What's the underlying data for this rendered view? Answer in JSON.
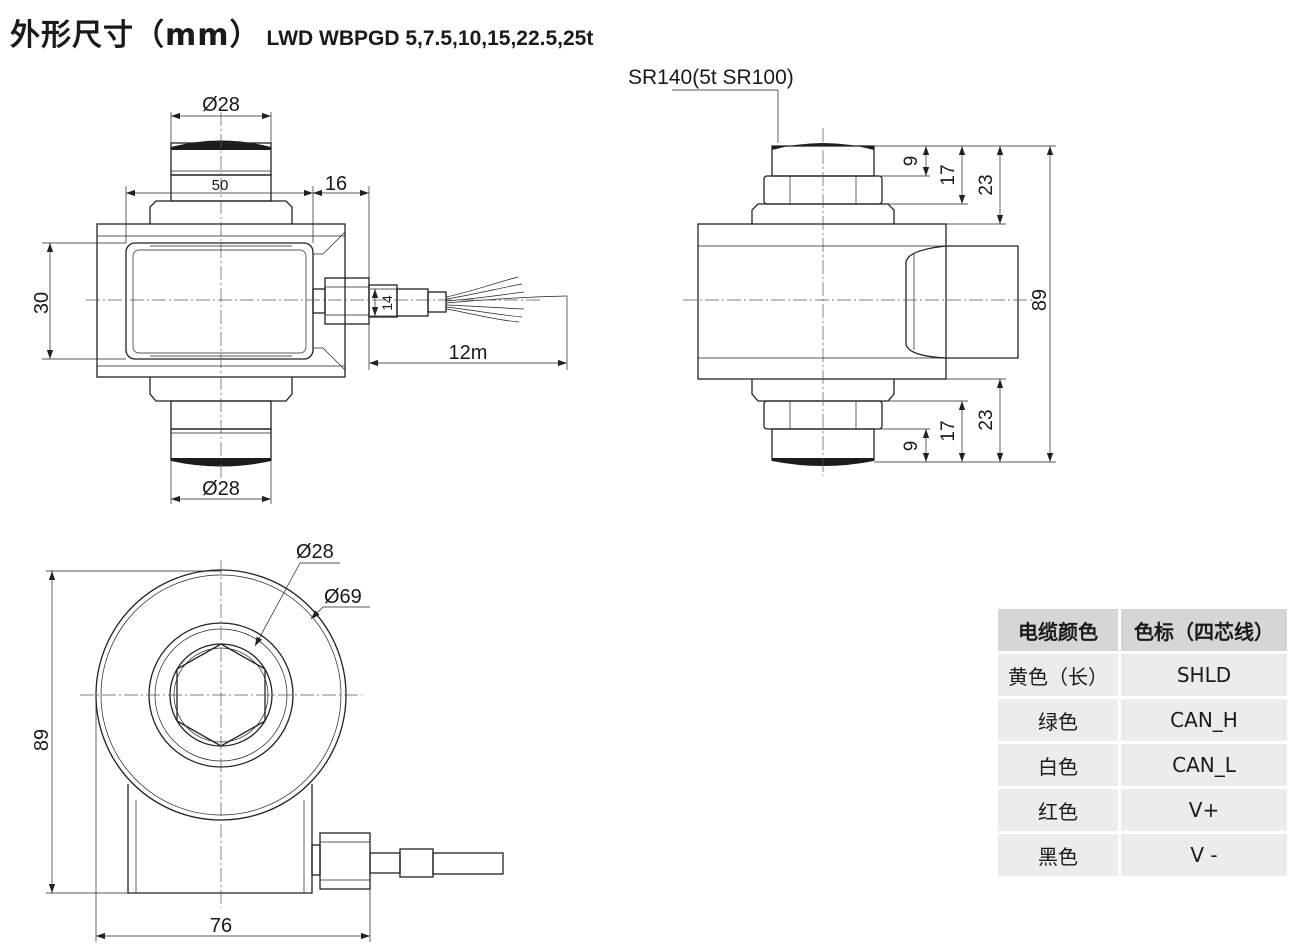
{
  "title": {
    "main": "外形尺寸（mm）",
    "sub": "LWD WBPGD 5,7.5,10,15,22.5,25t"
  },
  "front_view": {
    "top_button_dia": "Ø28",
    "bottom_button_dia": "Ø28",
    "width": "50",
    "connector_offset": "16",
    "height": "30",
    "cable_dia": "14",
    "cable_length": "12m"
  },
  "side_view": {
    "sphere_radius": "SR140(5t SR100)",
    "dim_9_top": "9",
    "dim_17_top": "17",
    "dim_23_top": "23",
    "overall_height": "89",
    "dim_23_bottom": "23",
    "dim_17_bottom": "17",
    "dim_9_bottom": "9"
  },
  "top_view": {
    "inner_dia": "Ø28",
    "outer_dia": "Ø69",
    "height": "89",
    "width": "76"
  },
  "wiring_table": {
    "headers": [
      "电缆颜色",
      "色标（四芯线）"
    ],
    "rows": [
      [
        "黄色（长）",
        "SHLD"
      ],
      [
        "绿色",
        "CAN_H"
      ],
      [
        "白色",
        "CAN_L"
      ],
      [
        "红色",
        "V+"
      ],
      [
        "黑色",
        "V -"
      ]
    ]
  }
}
